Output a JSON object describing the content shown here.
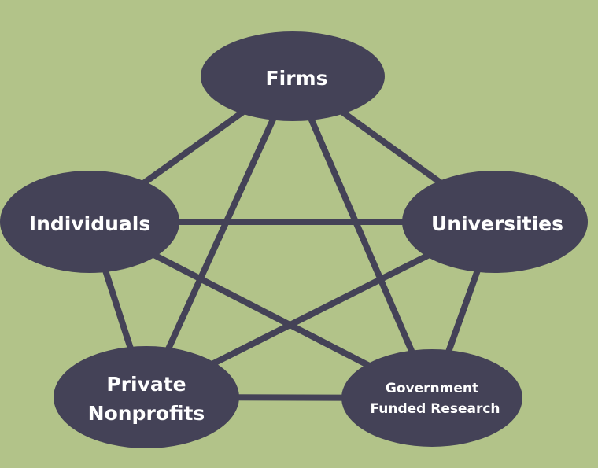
{
  "diagram": {
    "nodes": [
      {
        "id": "firms",
        "label_lines": [
          "Firms"
        ]
      },
      {
        "id": "individuals",
        "label_lines": [
          "Individuals"
        ]
      },
      {
        "id": "universities",
        "label_lines": [
          "Universities"
        ]
      },
      {
        "id": "private-nonprofits",
        "label_lines": [
          "Private",
          "Nonprofits"
        ]
      },
      {
        "id": "government-funded-research",
        "label_lines": [
          "Government",
          "Funded Research"
        ]
      }
    ],
    "edges": [
      [
        "firms",
        "individuals"
      ],
      [
        "firms",
        "universities"
      ],
      [
        "firms",
        "private-nonprofits"
      ],
      [
        "firms",
        "government-funded-research"
      ],
      [
        "individuals",
        "universities"
      ],
      [
        "individuals",
        "private-nonprofits"
      ],
      [
        "individuals",
        "government-funded-research"
      ],
      [
        "universities",
        "private-nonprofits"
      ],
      [
        "universities",
        "government-funded-research"
      ],
      [
        "private-nonprofits",
        "government-funded-research"
      ]
    ],
    "colors": {
      "background": "#b2c389",
      "node_fill": "#444257",
      "edge_stroke": "#444257",
      "label_text": "#ffffff"
    }
  }
}
